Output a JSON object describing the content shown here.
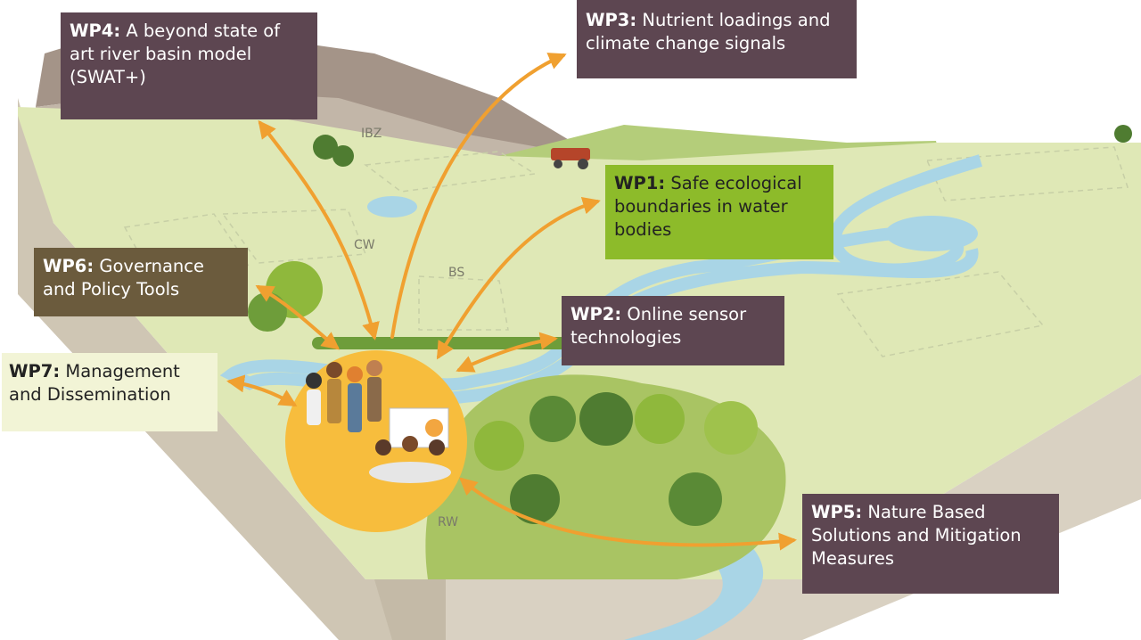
{
  "colors": {
    "wp_box_dark": "#5d4651",
    "wp_box_green": "#8dbb2a",
    "wp_box_olive": "#6b5b3d",
    "wp_box_light": "#f2f4d6",
    "arrow": "#f0a030",
    "meadow": "#dfe8b6",
    "river": "#a9d5e6",
    "soil": "#d8cfc0",
    "hub_circle": "#f7bd3d"
  },
  "boxes": {
    "wp4": {
      "id": "WP4:",
      "text": "A beyond state of art river basin model (SWAT+)"
    },
    "wp3": {
      "id": "WP3:",
      "text": "Nutrient loadings and climate change signals"
    },
    "wp1": {
      "id": "WP1:",
      "text": "Safe ecological boundaries in water bodies"
    },
    "wp6": {
      "id": "WP6:",
      "text": "Governance and Policy Tools"
    },
    "wp2": {
      "id": "WP2:",
      "text": "Online sensor technologies"
    },
    "wp7": {
      "id": "WP7:",
      "text": "Management and Dissemination"
    },
    "wp5": {
      "id": "WP5:",
      "text": "Nature Based Solutions and Mitigation Measures"
    }
  },
  "zone_labels": {
    "ibz": "IBZ",
    "cw": "CW",
    "bs": "BS",
    "rw": "RW"
  }
}
